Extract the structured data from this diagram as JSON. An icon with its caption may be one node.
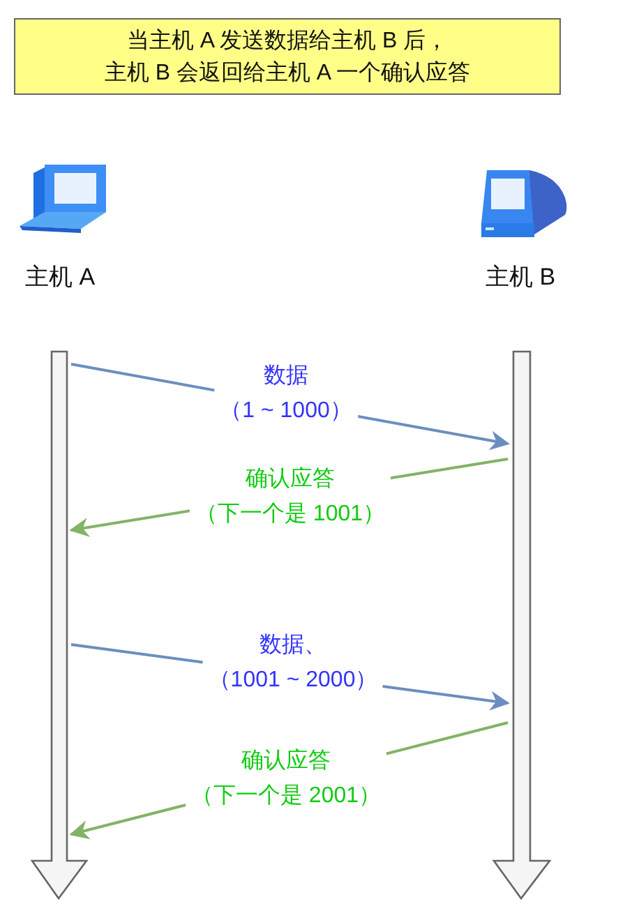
{
  "diagram": {
    "title": "当主机 A 发送数据给主机 B 后，主机 B 会返回给主机 A 一个确认应答",
    "nodes": [
      {
        "text": [
          "主机 A"
        ]
      },
      {
        "text": [
          "主机 B"
        ]
      },
      {
        "text": [],
        "shape": "bar"
      },
      {
        "text": [],
        "shape": "bar"
      }
    ],
    "edges": [
      {
        "from": 2,
        "to": 3,
        "arrow": "to",
        "label": "数据（1 ~ 1000）",
        "color": "#6c8ebf"
      },
      {
        "from": 3,
        "to": 2,
        "arrow": "to",
        "label": "确认应答（下一个是 1001）",
        "color": "#82b366"
      },
      {
        "from": 2,
        "to": 3,
        "arrow": "to",
        "label": "数据、（1001 ~ 2000）",
        "color": "#6c8ebf"
      },
      {
        "from": 3,
        "to": 2,
        "arrow": "to",
        "label": "确认应答（下一个是 2001）",
        "color": "#82b366"
      }
    ]
  }
}
